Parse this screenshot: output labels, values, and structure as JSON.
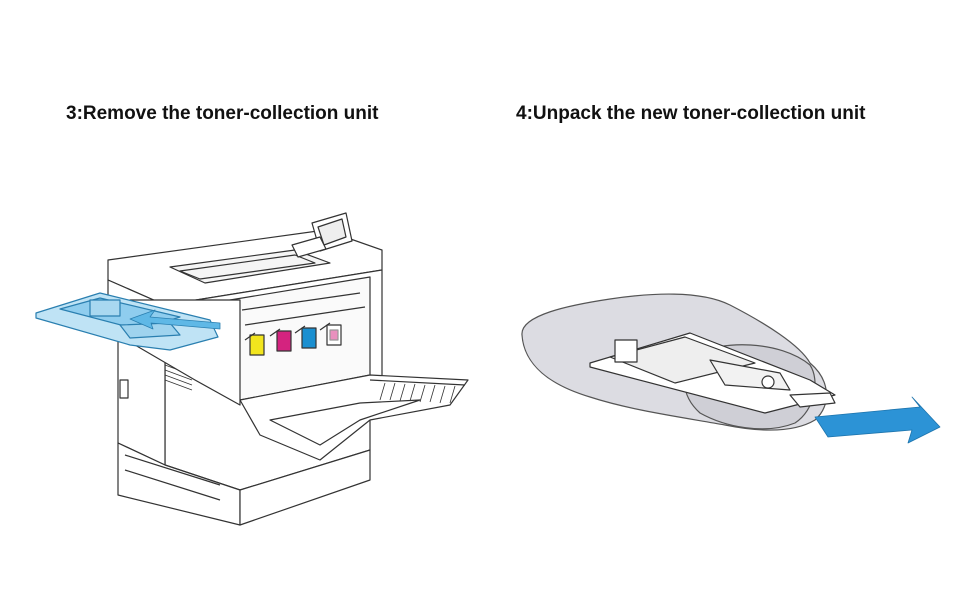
{
  "steps": [
    {
      "title": "3:Remove the toner-collection unit",
      "icon": "printer-illustration"
    },
    {
      "title": "4:Unpack the new toner-collection unit",
      "icon": "bag-illustration"
    }
  ],
  "colors": {
    "accent_blue": "#3aa0d8",
    "arrow_blue": "#2c93d6",
    "yellow_toner": "#f2e51e",
    "magenta_toner": "#d4237f",
    "cyan_toner": "#1a8fd0",
    "black_toner": "#222222",
    "line": "#333333",
    "bag_fill": "#d9d9de"
  }
}
